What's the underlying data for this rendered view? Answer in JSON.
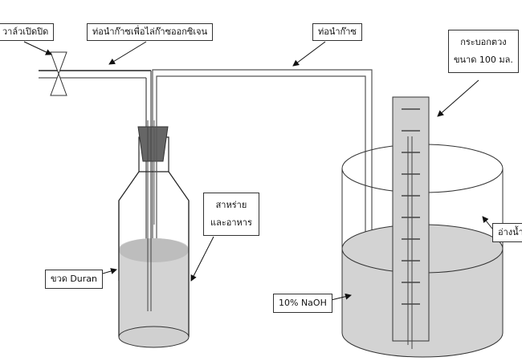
{
  "labels": {
    "valve": "วาล์วเปิดปิด",
    "oxygen_purge_tube": "ท่อนำก๊าซเพื่อไล่ก๊าซออกซิเจน",
    "gas_tube": "ท่อนำก๊าซ",
    "graduated_cylinder_line1": "กระบอกตวง",
    "graduated_cylinder_line2": "ขนาด 100 มล.",
    "algae_line1": "สาหร่าย",
    "algae_line2": "และอาหาร",
    "duran_bottle": "ขวด Duran",
    "naoh": "10% NaOH",
    "water_bath": "อ่างน้ำ"
  },
  "colors": {
    "liquid": "#d3d3d3",
    "liquid_surface": "#bdbdbd",
    "stopper": "#666666",
    "line": "#333333"
  }
}
